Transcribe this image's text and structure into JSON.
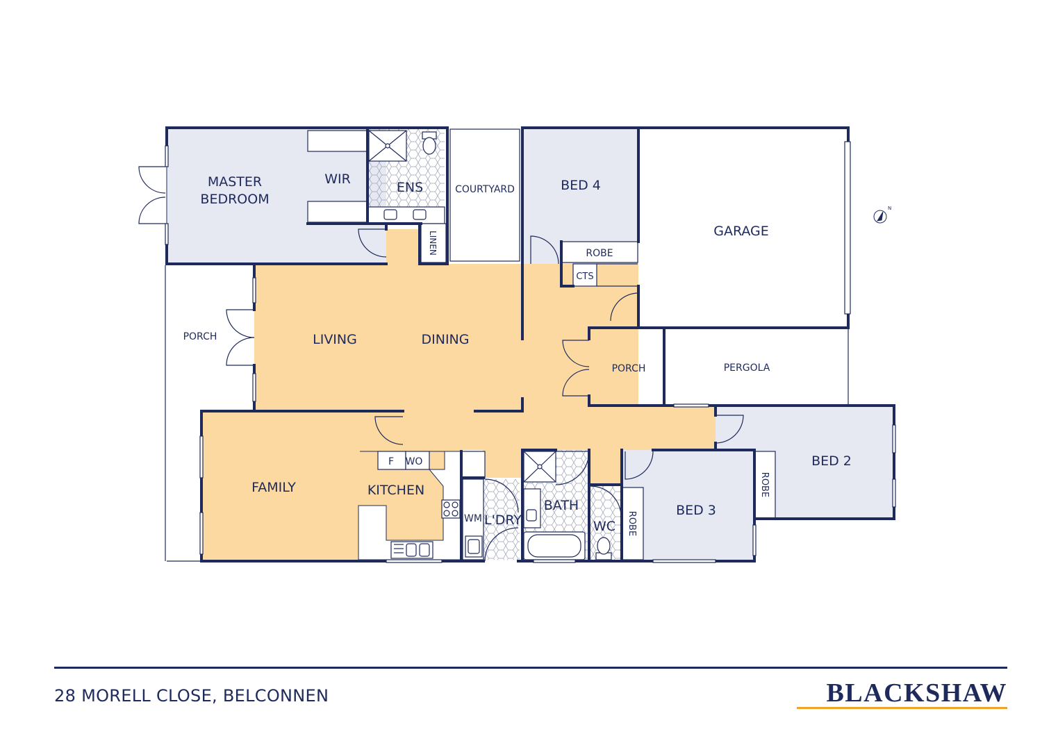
{
  "colors": {
    "wall": "#1f2a5c",
    "bedroom_fill": "#e6e9f2",
    "living_fill": "#fbd9a0",
    "outdoor_fill": "#ffffff",
    "accent": "#f2a42a"
  },
  "rooms": {
    "master_1": "MASTER",
    "master_2": "BEDROOM",
    "wir": "WIR",
    "ens": "ENS",
    "courtyard": "COURTYARD",
    "bed4": "BED 4",
    "garage": "GARAGE",
    "linen": "LINEN",
    "robe_bed4": "ROBE",
    "cts": "CTS",
    "porch_west": "PORCH",
    "living": "LIVING",
    "dining": "DINING",
    "porch_east": "PORCH",
    "pergola": "PERGOLA",
    "family": "FAMILY",
    "kitchen": "KITCHEN",
    "fridge": "F",
    "wall_oven": "WO",
    "wm": "WM",
    "laundry": "L'DRY",
    "bath": "BATH",
    "wc": "WC",
    "robe_bed3": "ROBE",
    "bed3": "BED 3",
    "robe_bed2": "ROBE",
    "bed2": "BED 2"
  },
  "footer": {
    "address": "28 MORELL CLOSE, BELCONNEN",
    "brand": "BLACKSHAW"
  },
  "icons": {
    "compass": "north-arrow-icon"
  }
}
